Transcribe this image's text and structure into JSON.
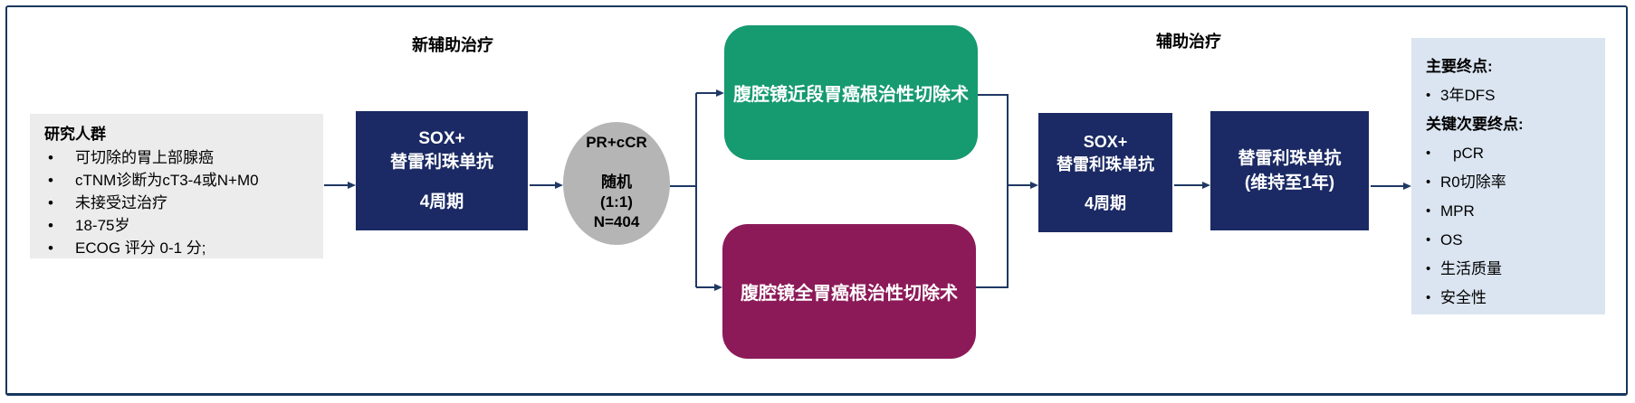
{
  "ui": {
    "bullet": "•"
  },
  "colors": {
    "navy": "#1b2a64",
    "green": "#169a70",
    "magenta": "#8c1a58",
    "circle-gray": "#b5b5b5",
    "population-bg": "#ececec",
    "endpoints-bg": "#dbe5f1",
    "line": "#1f3864",
    "frame": "#17375e"
  },
  "phases": {
    "neoadjuvant": "新辅助治疗",
    "adjuvant": "辅助治疗"
  },
  "population": {
    "title": "研究人群",
    "items": [
      "可切除的胃上部腺癌",
      "cTNM诊断为cT3-4或N+M0",
      "未接受过治疗",
      "18-75岁",
      "ECOG 评分 0-1 分;"
    ]
  },
  "neoadjuvant_box": {
    "line1": "SOX+",
    "line2": "替雷利珠单抗",
    "line3": "4周期"
  },
  "randomization": {
    "line1": "PR+cCR",
    "line2": "随机",
    "line3": "(1:1)",
    "line4": "N=404"
  },
  "surgery_top": {
    "label": "腹腔镜近段胃癌根治性切除术"
  },
  "surgery_bottom": {
    "label": "腹腔镜全胃癌根治性切除术"
  },
  "adjuvant_box": {
    "line1": "SOX+",
    "line2": "替雷利珠单抗",
    "line3": "4周期"
  },
  "maintenance_box": {
    "line1": "替雷利珠单抗",
    "line2": "(维持至1年)"
  },
  "endpoints": {
    "sections": [
      {
        "header": "主要终点:",
        "items": [
          "3年DFS"
        ]
      },
      {
        "header": "关键次要终点:",
        "items": [
          "pCR",
          "R0切除率",
          "MPR",
          "OS",
          "生活质量",
          "安全性"
        ]
      }
    ]
  }
}
